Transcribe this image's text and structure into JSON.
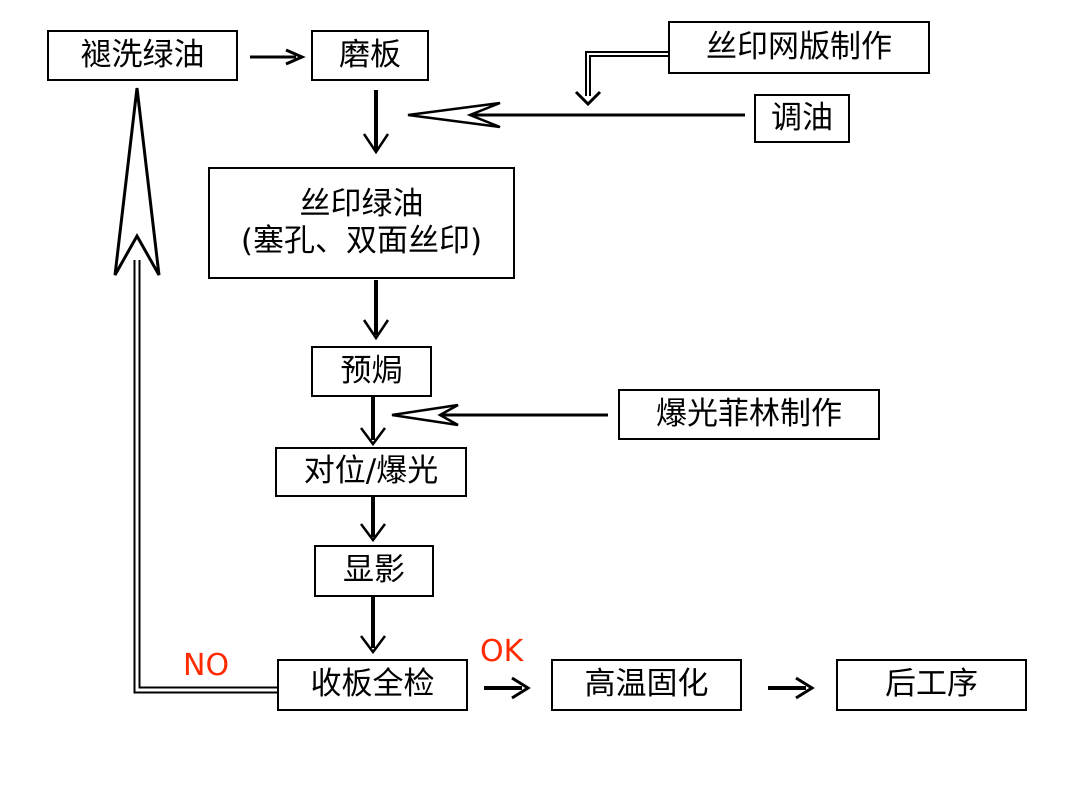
{
  "nodes": {
    "tuixi": "褪洗绿油",
    "moban": "磨板",
    "siyin_wangban": "丝印网版制作",
    "tiaoyou": "调油",
    "siyin_lvyou_line1": "丝印绿油",
    "siyin_lvyou_line2": "(塞孔、双面丝印)",
    "yukao": "预焗",
    "baoguang_feilin": "爆光菲林制作",
    "duiwei": "对位/爆光",
    "xianying": "显影",
    "shouban": "收板全检",
    "gaowen": "高温固化",
    "hougongxu": "后工序"
  },
  "labels": {
    "no": "NO",
    "ok": "OK"
  },
  "colors": {
    "stroke": "#000000",
    "label": "#ff2a00"
  }
}
